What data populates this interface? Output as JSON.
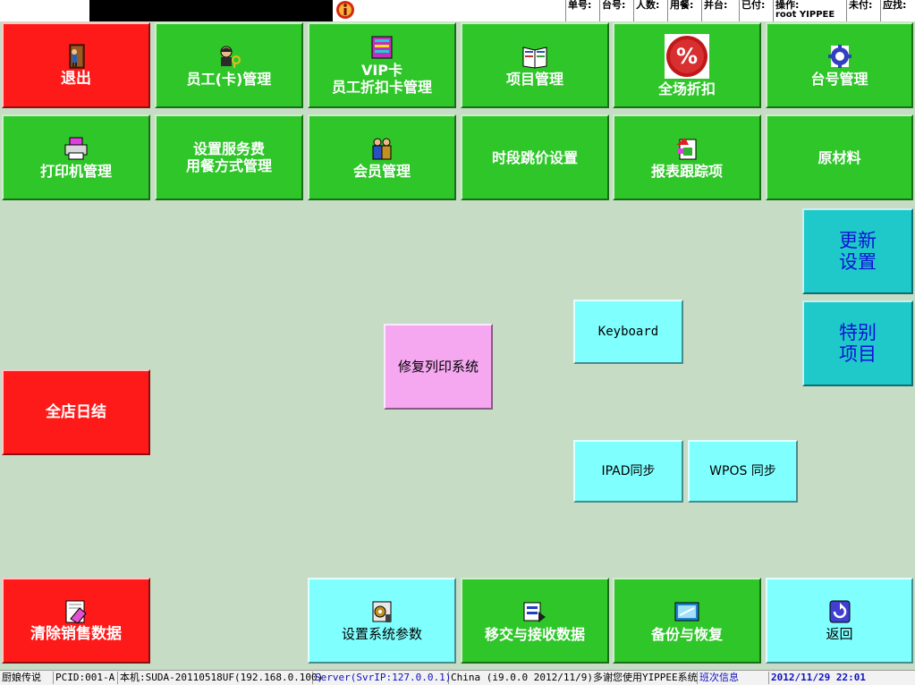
{
  "header": {
    "order_no": "单号:",
    "table_no": "台号:",
    "guests": "人数:",
    "dining": "用餐:",
    "merge": "并台:",
    "paid": "已付:",
    "operator_label": "操作:",
    "operator_value": "root YIPPEE",
    "unpaid": "未付:",
    "due": "应找:"
  },
  "buttons": {
    "exit": "退出",
    "staff": "员工(卡)管理",
    "vip_line1": "VIP卡",
    "vip_line2": "员工折扣卡管理",
    "items": "项目管理",
    "discount": "全场折扣",
    "tables": "台号管理",
    "printer": "打印机管理",
    "service_line1": "设置服务费",
    "service_line2": "用餐方式管理",
    "member": "会员管理",
    "timeprice": "时段跳价设置",
    "report": "报表跟踪项",
    "material": "原材料",
    "update_line1": "更新",
    "update_line2": "设置",
    "special_line1": "特别",
    "special_line2": "项目",
    "keyboard": "Keyboard",
    "repair": "修复列印系统",
    "dayend": "全店日结",
    "ipad": "IPAD同步",
    "wpos": "WPOS 同步",
    "clear": "清除销售数据",
    "sysparam": "设置系统参数",
    "transfer": "移交与接收数据",
    "backup": "备份与恢复",
    "back": "返回"
  },
  "status": {
    "c1": "厨娘传说",
    "c2": "PCID:001-A",
    "c3": "本机:SUDA-20110518UF(192.168.0.100)",
    "c4": "Server(SvrIP:127.0.0.1)",
    "c5": "China (i9.0.0 2012/11/9)多谢您使用YIPPEE系统",
    "c6": "班次信息",
    "c7": "2012/11/29 22:01"
  },
  "colors": {
    "background": "#c6dcc5",
    "green": "#2fc62a",
    "red": "#ff1a1a",
    "cyan": "#80ffff",
    "teal": "#1fc9c9",
    "pink": "#f5a8f0",
    "status_blue": "#1010c0"
  }
}
